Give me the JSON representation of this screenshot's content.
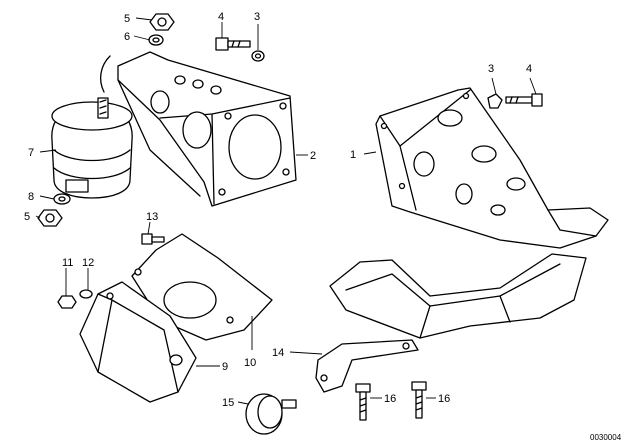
{
  "diagram": {
    "callouts": [
      "1",
      "2",
      "3",
      "3",
      "4",
      "4",
      "5",
      "5",
      "6",
      "7",
      "8",
      "9",
      "10",
      "11",
      "12",
      "13",
      "14",
      "15",
      "16",
      "16"
    ],
    "drawing_code": "0030004"
  }
}
